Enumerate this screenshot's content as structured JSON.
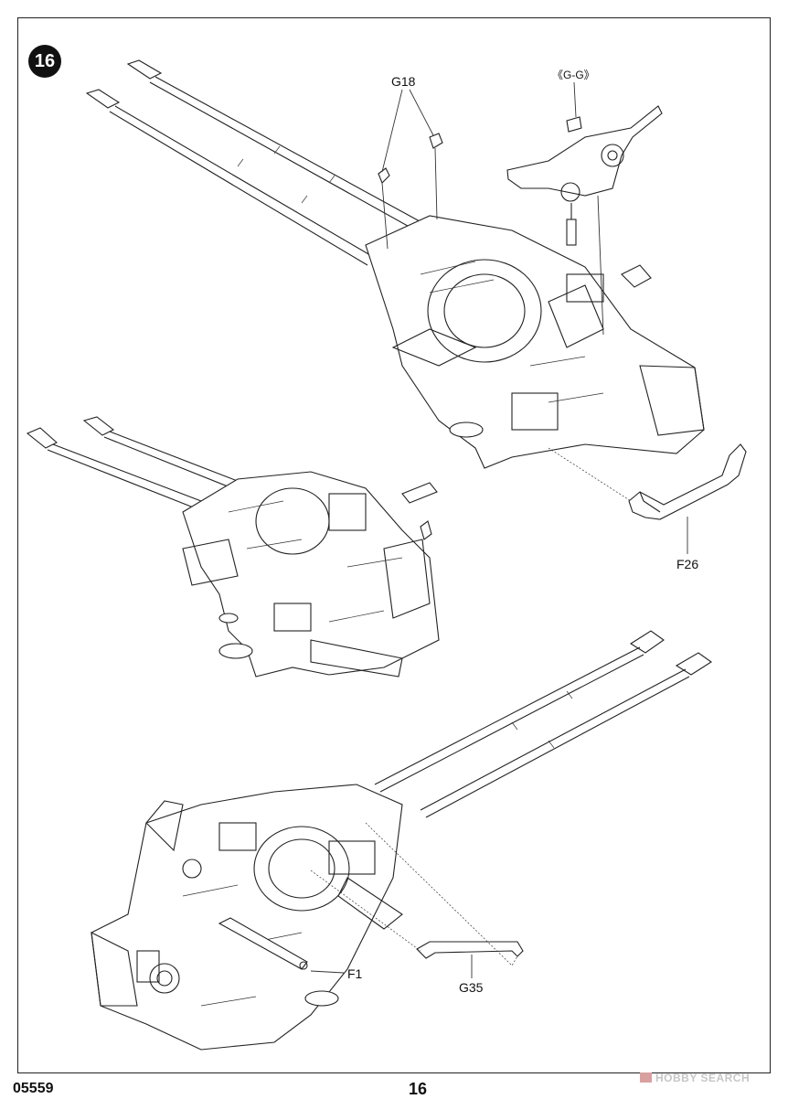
{
  "step": {
    "number": "16"
  },
  "labels": {
    "g18": "G18",
    "view_gg": "《G-G》",
    "f26": "F26",
    "f1": "F1",
    "g35": "G35"
  },
  "footer": {
    "product_code": "05559",
    "page_number": "16"
  },
  "watermark": {
    "text": "HOBBY SEARCH"
  }
}
